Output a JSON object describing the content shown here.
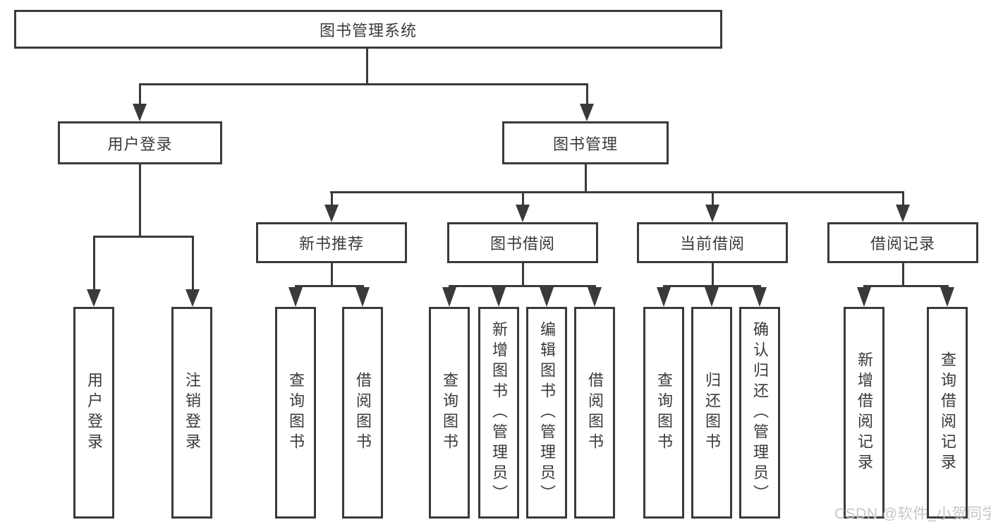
{
  "diagram_title": "图书管理系统",
  "nodes": {
    "root": "图书管理系统",
    "user_login": "用户登录",
    "book_mgmt": "图书管理",
    "new_book_rec": "新书推荐",
    "book_borrow": "图书借阅",
    "current_borrow": "当前借阅",
    "borrow_record": "借阅记录",
    "leaf_user_login": "用户登录",
    "leaf_logout": "注销登录",
    "leaf_query_book_rec": "查询图书",
    "leaf_borrow_book_rec": "借阅图书",
    "leaf_query_book_borrow": "查询图书",
    "leaf_add_book": "新增图书（管理员）",
    "leaf_edit_book": "编辑图书（管理员）",
    "leaf_borrow_book_borrow": "借阅图书",
    "leaf_query_book_current": "查询图书",
    "leaf_return_book": "归还图书",
    "leaf_confirm_return": "确认归还（管理员）",
    "leaf_add_borrow_record": "新增借阅记录",
    "leaf_query_borrow_record": "查询借阅记录"
  },
  "watermark": "CSDN @软件_小贺同学",
  "colors": {
    "line": "#3a3a3a",
    "text": "#3a3a3a",
    "watermark": "#c7c7c7",
    "background": "#ffffff"
  }
}
